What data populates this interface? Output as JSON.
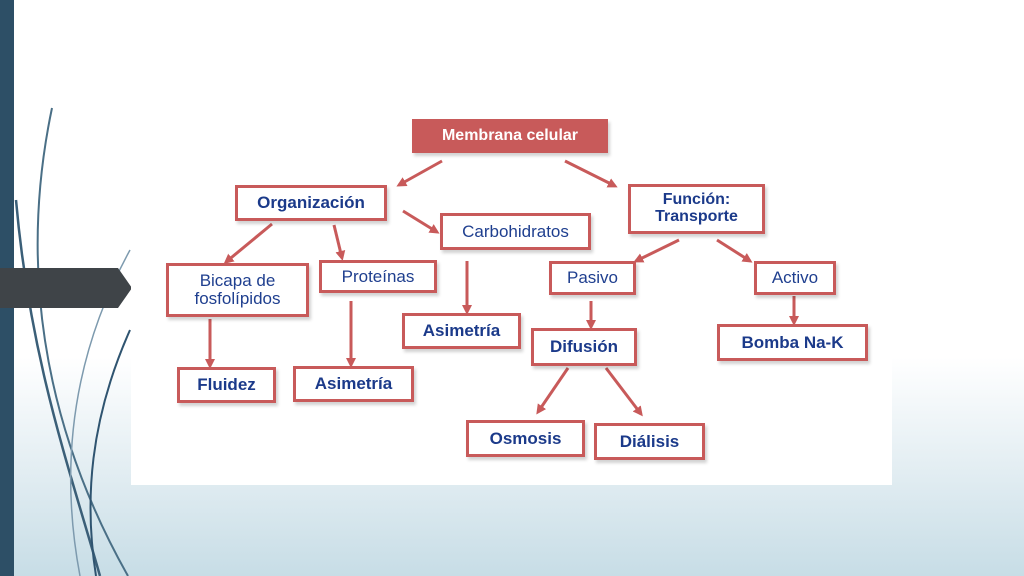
{
  "colors": {
    "accent": "#c85a5a",
    "text": "#1f3f8f",
    "sidebar": "#2d4f66",
    "tab": "#3f4448"
  },
  "diagram": {
    "nodes": [
      {
        "id": "membrana",
        "label": "Membrana celular"
      },
      {
        "id": "organizacion",
        "label": "Organización"
      },
      {
        "id": "funcion",
        "label": "Función:\nTransporte"
      },
      {
        "id": "carbohidratos",
        "label": "Carbohidratos"
      },
      {
        "id": "bicapa",
        "label": "Bicapa de\nfosfolípidos"
      },
      {
        "id": "proteinas",
        "label": "Proteínas"
      },
      {
        "id": "asimetria_carb",
        "label": "Asimetría"
      },
      {
        "id": "fluidez",
        "label": "Fluidez"
      },
      {
        "id": "asimetria_prot",
        "label": "Asimetría"
      },
      {
        "id": "pasivo",
        "label": "Pasivo"
      },
      {
        "id": "activo",
        "label": "Activo"
      },
      {
        "id": "difusion",
        "label": "Difusión"
      },
      {
        "id": "bomba",
        "label": "Bomba Na-K"
      },
      {
        "id": "osmosis",
        "label": "Osmosis"
      },
      {
        "id": "dialisis",
        "label": "Diálisis"
      }
    ],
    "edges": [
      {
        "from": "membrana",
        "to": "organizacion"
      },
      {
        "from": "membrana",
        "to": "funcion"
      },
      {
        "from": "organizacion",
        "to": "bicapa"
      },
      {
        "from": "organizacion",
        "to": "proteinas"
      },
      {
        "from": "organizacion",
        "to": "carbohidratos"
      },
      {
        "from": "carbohidratos",
        "to": "asimetria_carb"
      },
      {
        "from": "bicapa",
        "to": "fluidez"
      },
      {
        "from": "proteinas",
        "to": "asimetria_prot"
      },
      {
        "from": "funcion",
        "to": "pasivo"
      },
      {
        "from": "funcion",
        "to": "activo"
      },
      {
        "from": "pasivo",
        "to": "difusion"
      },
      {
        "from": "activo",
        "to": "bomba"
      },
      {
        "from": "difusion",
        "to": "osmosis"
      },
      {
        "from": "difusion",
        "to": "dialisis"
      }
    ]
  }
}
